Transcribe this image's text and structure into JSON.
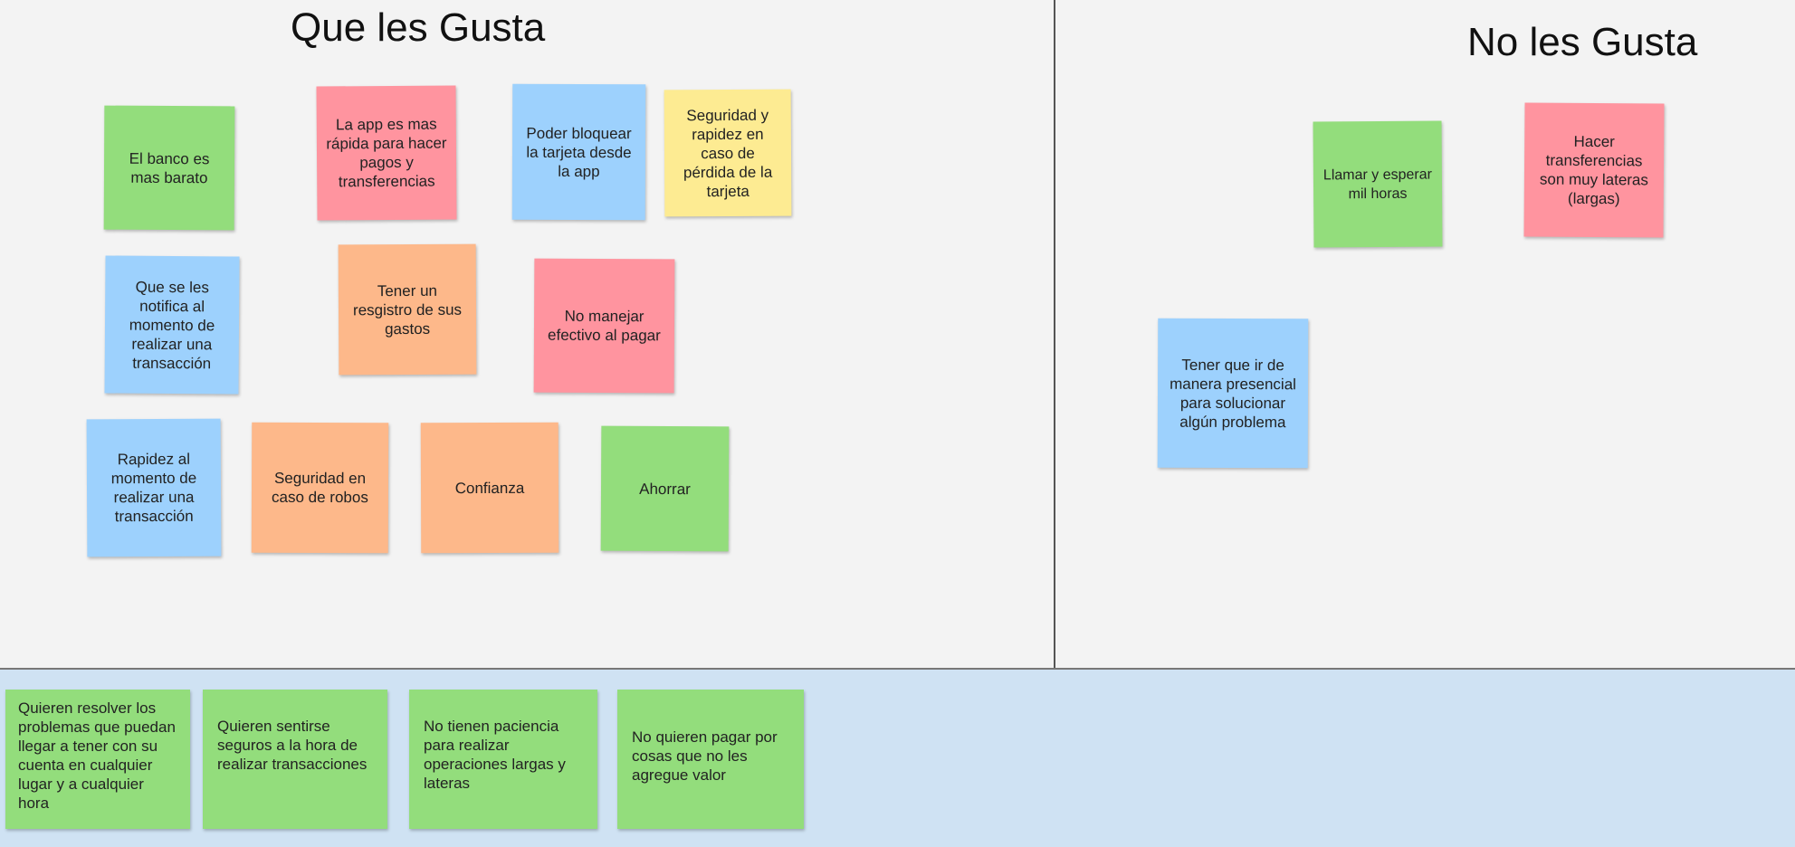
{
  "board": {
    "likes_title": "Que les Gusta",
    "dislikes_title": "No les Gusta"
  },
  "likes_notes": [
    {
      "text": "El banco es mas barato",
      "color": "#93dd7c"
    },
    {
      "text": "La app es mas rápida para hacer pagos y transferencias",
      "color": "#ff949f"
    },
    {
      "text": "Poder bloquear la tarjeta desde la app",
      "color": "#9dd1fd"
    },
    {
      "text": "Seguridad y rapidez en caso de pérdida de la tarjeta",
      "color": "#fdeb92"
    },
    {
      "text": "Que se les notifica al momento de realizar una transacción",
      "color": "#9dd1fd"
    },
    {
      "text": "Tener un resgistro de sus gastos",
      "color": "#fdb88a"
    },
    {
      "text": "No manejar efectivo al pagar",
      "color": "#ff949f"
    },
    {
      "text": "Rapidez al momento de realizar una transacción",
      "color": "#9dd1fd"
    },
    {
      "text": "Seguridad en caso de robos",
      "color": "#fdb88a"
    },
    {
      "text": "Confianza",
      "color": "#fdb88a"
    },
    {
      "text": "Ahorrar",
      "color": "#93dd7c"
    }
  ],
  "dislikes_notes": [
    {
      "text": "Llamar y esperar mil horas",
      "color": "#93dd7c"
    },
    {
      "text": "Hacer transferencias son muy lateras (largas)",
      "color": "#ff949f"
    },
    {
      "text": "Tener que ir de manera presencial para solucionar algún problema",
      "color": "#9dd1fd"
    }
  ],
  "insights_notes": [
    {
      "text": "Quieren resolver los problemas que puedan llegar a tener con su cuenta en cualquier lugar y a cualquier hora",
      "color": "#93dd7c"
    },
    {
      "text": "Quieren sentirse seguros a la hora de realizar transacciones",
      "color": "#93dd7c"
    },
    {
      "text": "No tienen paciencia para realizar operaciones largas y lateras",
      "color": "#93dd7c"
    },
    {
      "text": "No quieren pagar por cosas que no les agregue valor",
      "color": "#93dd7c"
    }
  ]
}
